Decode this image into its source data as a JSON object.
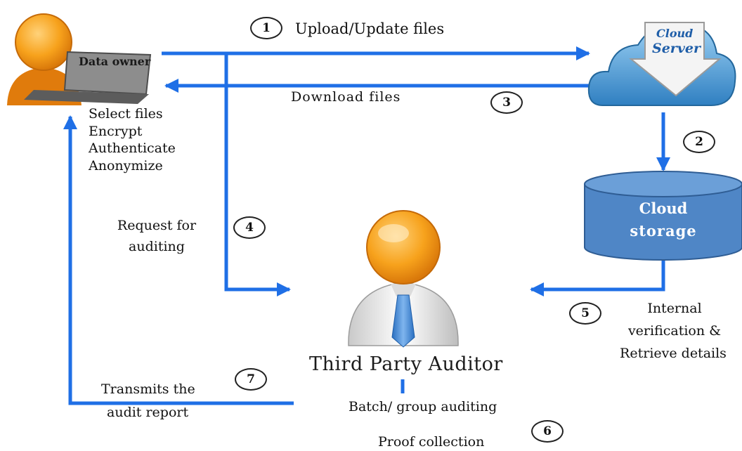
{
  "data_owner": {
    "label": "Data owner"
  },
  "cloud_server": {
    "line1": "Cloud",
    "line2": "Server"
  },
  "cloud_storage": {
    "line1": "Cloud",
    "line2": "storage"
  },
  "auditor": {
    "title": "Third Party Auditor"
  },
  "owner_actions": [
    "Select files",
    "Encrypt",
    "Authenticate",
    "Anonymize"
  ],
  "steps": {
    "s1": {
      "number": "1",
      "text": "Upload/Update files"
    },
    "s2": {
      "number": "2"
    },
    "s3": {
      "number": "3",
      "text": "Download files"
    },
    "s4": {
      "number": "4",
      "line1": "Request for",
      "line2": "auditing"
    },
    "s5": {
      "number": "5",
      "line1": "Internal",
      "line2": "verification &",
      "line3": "Retrieve details"
    },
    "s6": {
      "number": "6",
      "line1": "Batch/ group auditing",
      "line2": "Proof collection"
    },
    "s7": {
      "number": "7",
      "line1": "Transmits the",
      "line2": "audit report"
    }
  },
  "colors": {
    "arrow": "#1f6fe6",
    "storage": "#4f86c6",
    "cloud": "#5aa7dc",
    "person_owner": "#f39a1e",
    "person_auditor": "#f7a21c"
  }
}
